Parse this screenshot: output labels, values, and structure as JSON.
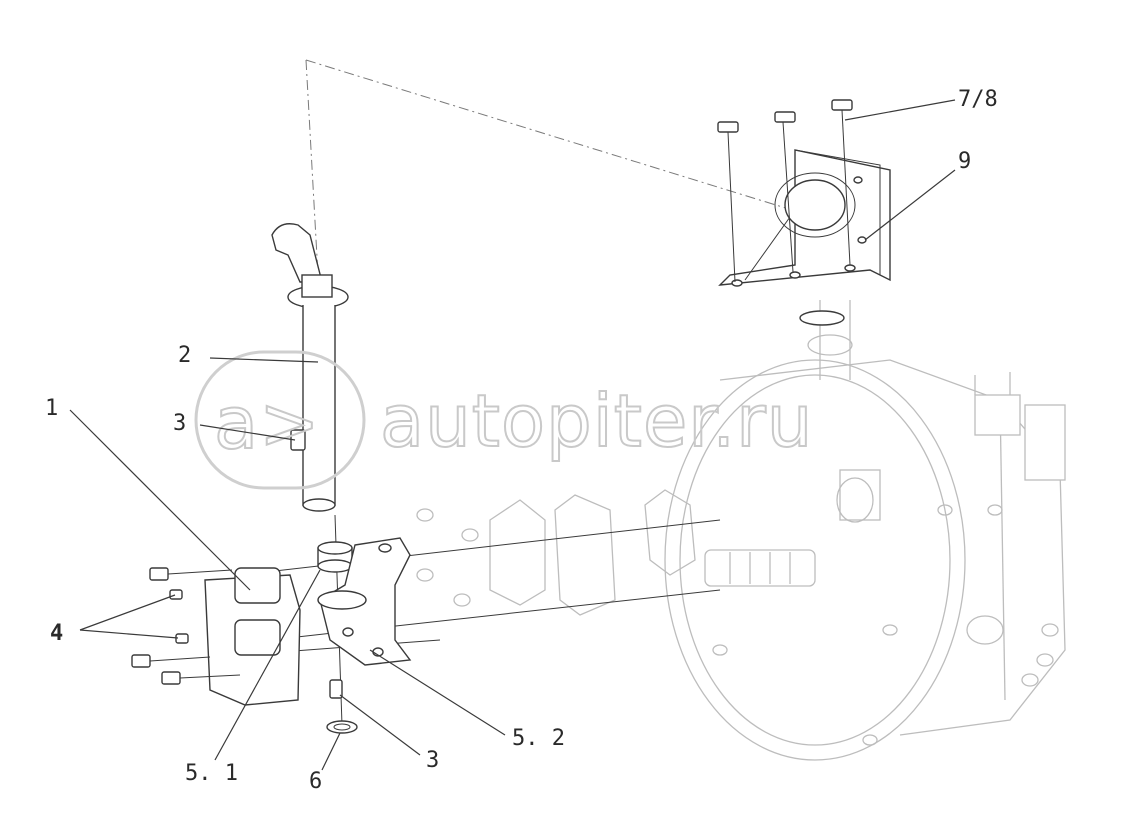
{
  "watermark": {
    "text": "autopiter.ru",
    "logo_glyph": "a>"
  },
  "callouts": [
    {
      "id": "1",
      "label": "1"
    },
    {
      "id": "2",
      "label": "2"
    },
    {
      "id": "3a",
      "label": "3"
    },
    {
      "id": "3b",
      "label": "3"
    },
    {
      "id": "4",
      "label": "4"
    },
    {
      "id": "5-1",
      "label": "5. 1"
    },
    {
      "id": "5-2",
      "label": "5. 2"
    },
    {
      "id": "6",
      "label": "6"
    },
    {
      "id": "7-8",
      "label": "7/8"
    },
    {
      "id": "9",
      "label": "9"
    }
  ]
}
